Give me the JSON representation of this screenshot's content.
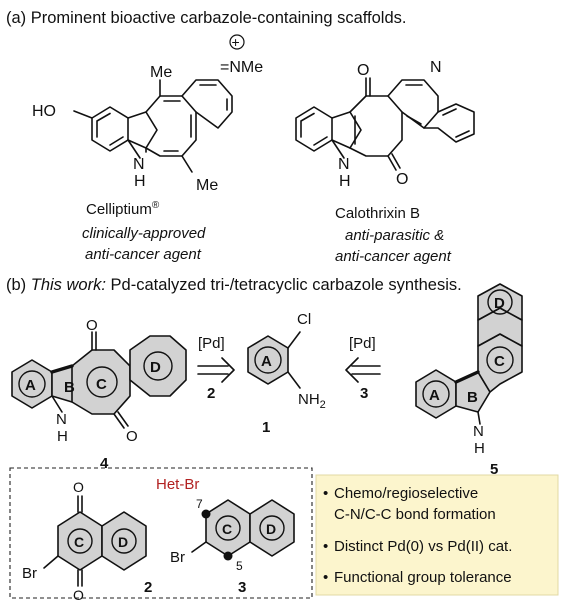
{
  "section_a": {
    "label": "(a) Prominent bioactive carbazole-containing scaffolds."
  },
  "celliptium": {
    "name": "Celliptium",
    "reg": "®",
    "desc_line1": "clinically-approved",
    "desc_line2": "anti-cancer agent",
    "atoms": {
      "oh": "HO",
      "nh_n": "N",
      "nh_h": "H",
      "me_top": "Me",
      "me_bottom": "Me",
      "nme": "=NMe",
      "plus": "+"
    }
  },
  "calothrixin": {
    "name": "Calothrixin B",
    "desc_line1": "anti-parasitic &",
    "desc_line2": "anti-cancer agent",
    "atoms": {
      "o_top": "O",
      "o_bottom": "O",
      "n_ring": "N",
      "nh_n": "N",
      "nh_h": "H"
    }
  },
  "section_b": {
    "prefix": "(b) ",
    "italic": "This work:",
    "rest": " Pd-catalyzed tri-/tetracyclic carbazole synthesis."
  },
  "scheme": {
    "cmpd4": {
      "number": "4",
      "rings": [
        "A",
        "B",
        "C",
        "D"
      ],
      "o_top": "O",
      "o_bottom": "O",
      "n": "N",
      "h": "H"
    },
    "cmpd1": {
      "number": "1",
      "ring": "A",
      "cl": "Cl",
      "nh2": "NH",
      "nh2_sub": "2"
    },
    "cmpd5": {
      "number": "5",
      "rings": [
        "A",
        "B",
        "C",
        "D"
      ],
      "n": "N",
      "h": "H"
    },
    "arrow_left": {
      "catalyst": "[Pd]",
      "reagent": "2"
    },
    "arrow_right": {
      "catalyst": "[Pd]",
      "reagent": "3"
    }
  },
  "het_br": {
    "title": "Het-Br",
    "cmpd2": {
      "number": "2",
      "rings": [
        "C",
        "D"
      ],
      "br": "Br",
      "o_top": "O",
      "o_bottom": "O"
    },
    "cmpd3": {
      "number": "3",
      "rings": [
        "C",
        "D"
      ],
      "br": "Br",
      "pos_top": "7",
      "pos_bottom": "5"
    }
  },
  "features": {
    "items": [
      {
        "line1": "Chemo/regioselective",
        "line2": "C-N/C-C bond formation"
      },
      {
        "line1": "Distinct Pd(0) vs Pd(II) cat.",
        "line2": ""
      },
      {
        "line1": "Functional group tolerance",
        "line2": ""
      }
    ],
    "bullet": "•",
    "background": "#fcf5cd",
    "title_color": "#b22222"
  }
}
